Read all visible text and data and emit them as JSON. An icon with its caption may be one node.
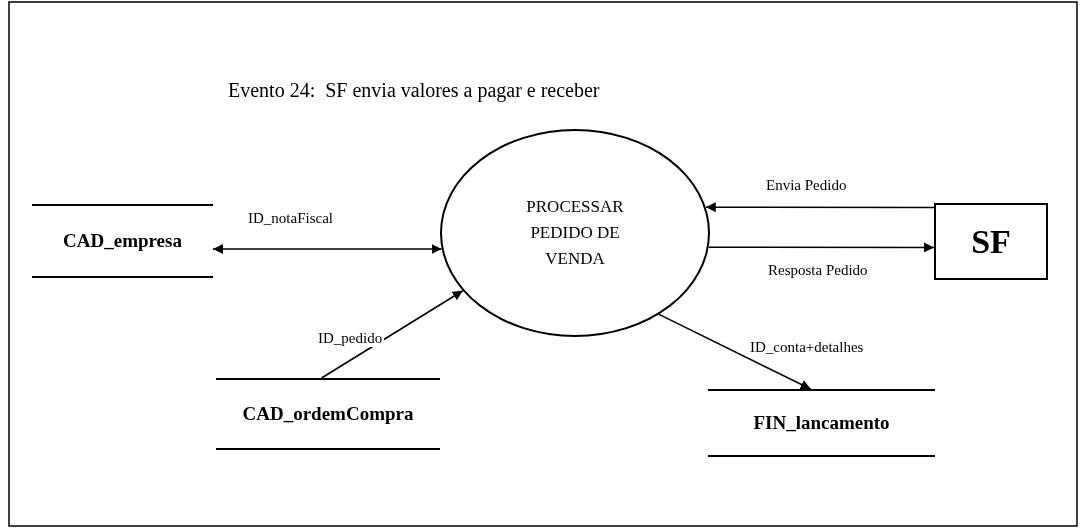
{
  "diagram": {
    "title": "Evento 24:  SF envia valores a pagar e receber",
    "nodes": [
      {
        "text": [
          "CAD_empresa"
        ]
      },
      {
        "text": [
          "PROCESSAR PEDIDO DE VENDA"
        ]
      },
      {
        "text": [
          "SF"
        ]
      },
      {
        "text": [
          "CAD_ordemCompra"
        ]
      },
      {
        "text": [
          "FIN_lancamento"
        ]
      }
    ],
    "edges": [
      {
        "from": 0,
        "to": 1,
        "arrow": "both",
        "label": "ID_notaFiscal"
      },
      {
        "from": 3,
        "to": 1,
        "arrow": "to",
        "label": "ID_pedido"
      },
      {
        "from": 2,
        "to": 1,
        "arrow": "to",
        "label": "Envia Pedido"
      },
      {
        "from": 1,
        "to": 2,
        "arrow": "to",
        "label": "Resposta Pedido"
      },
      {
        "from": 1,
        "to": 4,
        "arrow": "to",
        "label": "ID_conta+detalhes"
      }
    ]
  }
}
